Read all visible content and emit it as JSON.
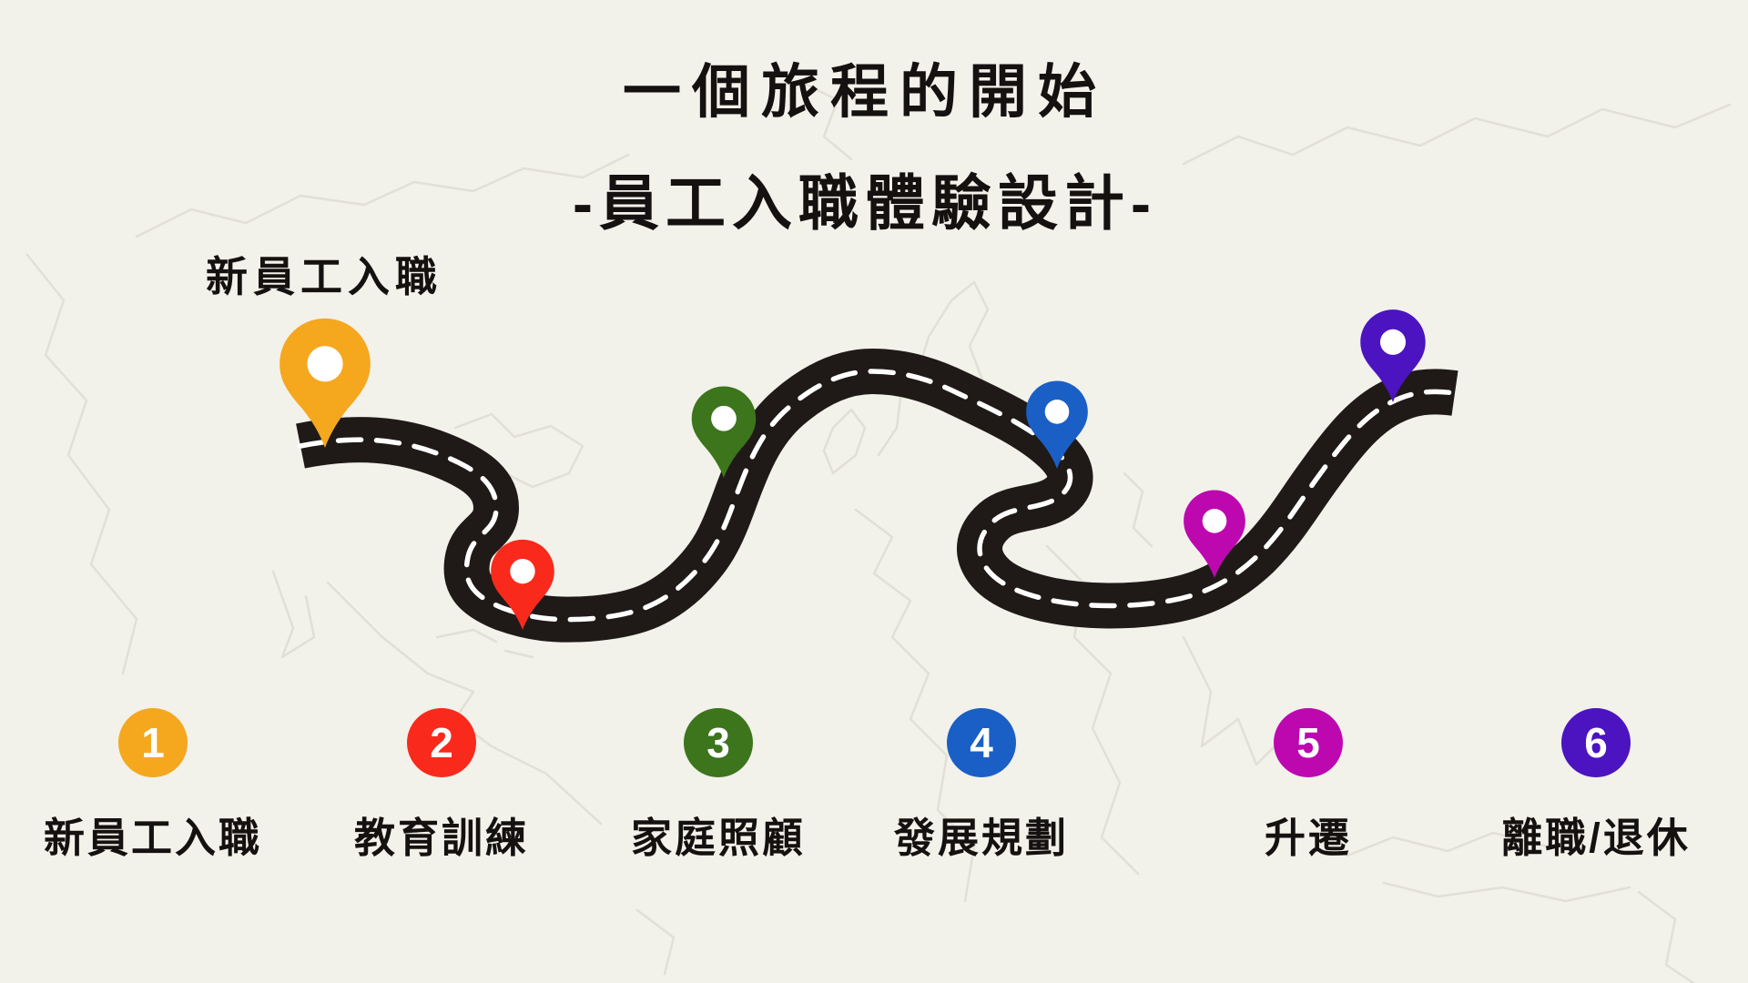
{
  "colors": {
    "background": "#F2F1EA",
    "map_outline": "#DFDDD2",
    "road": "#1F1A18",
    "road_dash": "#FFFFFF",
    "text": "#141110",
    "pin_hole": "#FFFFFF"
  },
  "header": {
    "title": "一個旅程的開始",
    "subtitle": "-員工入職體驗設計-"
  },
  "map_label": {
    "text": "新員工入職"
  },
  "stages": [
    {
      "number": "1",
      "label": "新員工入職",
      "color": "#F5A71E"
    },
    {
      "number": "2",
      "label": "教育訓練",
      "color": "#F92A1C"
    },
    {
      "number": "3",
      "label": "家庭照顧",
      "color": "#3C751C"
    },
    {
      "number": "4",
      "label": "發展規劃",
      "color": "#1A5FC5"
    },
    {
      "number": "5",
      "label": "升遷",
      "color": "#BD08AF"
    },
    {
      "number": "6",
      "label": "離職/退休",
      "color": "#4C13C0"
    }
  ]
}
